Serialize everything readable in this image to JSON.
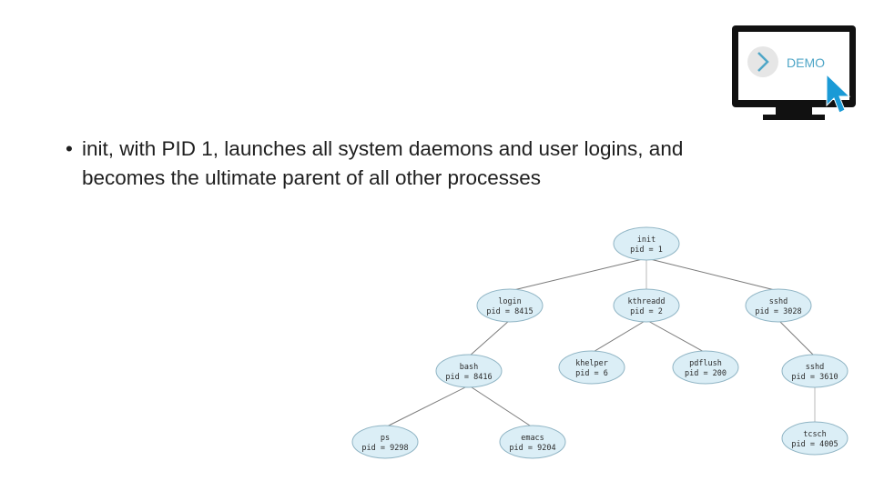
{
  "bullet": {
    "line1": "init, with PID 1, launches all system daemons and user logins, and",
    "line2": "becomes the ultimate parent of all other processes"
  },
  "demo": {
    "label": "DEMO",
    "icon": "demo-monitor-icon",
    "colors": {
      "accent": "#4fa6c7",
      "frame": "#111111",
      "cursor": "#1a9ad6"
    }
  },
  "tree": {
    "nodes": [
      {
        "id": "init",
        "name": "init",
        "pid": "pid = 1"
      },
      {
        "id": "login",
        "name": "login",
        "pid": "pid = 8415"
      },
      {
        "id": "kthreadd",
        "name": "kthreadd",
        "pid": "pid = 2"
      },
      {
        "id": "sshd1",
        "name": "sshd",
        "pid": "pid = 3028"
      },
      {
        "id": "bash",
        "name": "bash",
        "pid": "pid = 8416"
      },
      {
        "id": "khelper",
        "name": "khelper",
        "pid": "pid = 6"
      },
      {
        "id": "pdflush",
        "name": "pdflush",
        "pid": "pid = 200"
      },
      {
        "id": "sshd2",
        "name": "sshd",
        "pid": "pid = 3610"
      },
      {
        "id": "ps",
        "name": "ps",
        "pid": "pid = 9298"
      },
      {
        "id": "emacs",
        "name": "emacs",
        "pid": "pid = 9204"
      },
      {
        "id": "tcsch",
        "name": "tcsch",
        "pid": "pid = 4005"
      }
    ],
    "edges": [
      [
        "init",
        "login"
      ],
      [
        "init",
        "kthreadd"
      ],
      [
        "init",
        "sshd1"
      ],
      [
        "login",
        "bash"
      ],
      [
        "kthreadd",
        "khelper"
      ],
      [
        "kthreadd",
        "pdflush"
      ],
      [
        "sshd1",
        "sshd2"
      ],
      [
        "bash",
        "ps"
      ],
      [
        "bash",
        "emacs"
      ],
      [
        "sshd2",
        "tcsch"
      ]
    ]
  }
}
